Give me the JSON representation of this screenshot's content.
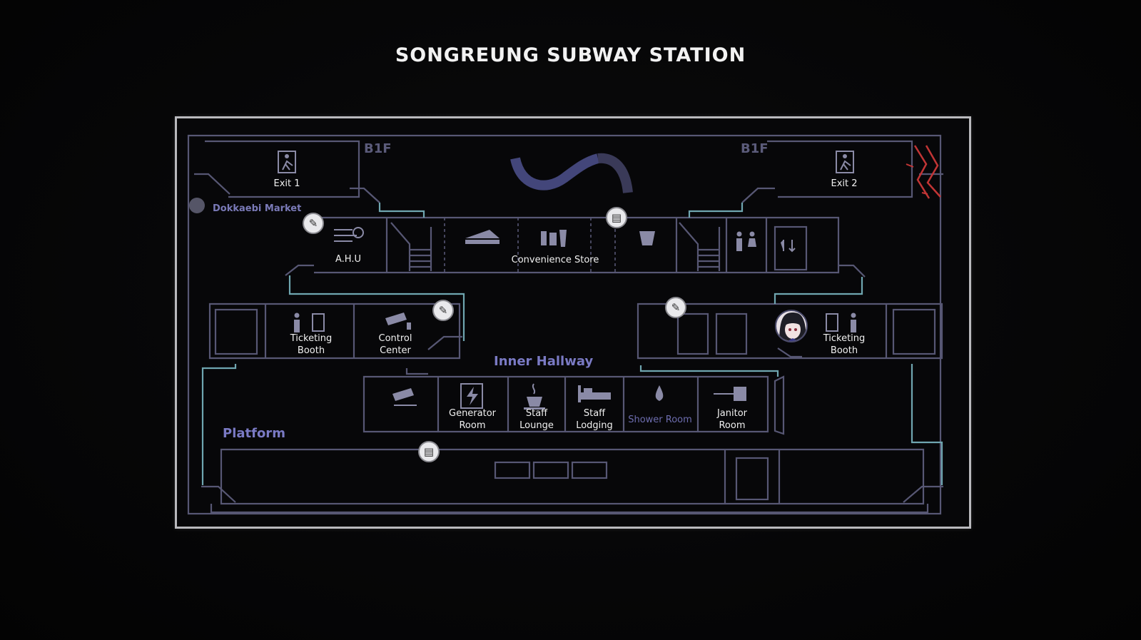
{
  "title": "SONGREUNG SUBWAY STATION",
  "floors": {
    "left": "B1F",
    "right": "B1F"
  },
  "market": "Dokkaebi Market",
  "sections": {
    "inner_hallway": "Inner Hallway",
    "platform": "Platform"
  },
  "rooms": {
    "exit1": "Exit 1",
    "exit2": "Exit 2",
    "ahu": "A.H.U",
    "convenience_store": "Convenience Store",
    "ticketing_booth_left": "Ticketing\nBooth",
    "control_center": "Control\nCenter",
    "ticketing_booth_right": "Ticketing\nBooth",
    "generator_room": "Generator\nRoom",
    "staff_lounge": "Staff\nLounge",
    "staff_lodging": "Staff\nLodging",
    "shower_room": "Shower Room",
    "janitor_room": "Janitor\nRoom"
  },
  "icons": {
    "ahu": "fan-wind-icon",
    "store": "sandwich-icon",
    "bottles": "bottles-icon",
    "cup": "cup-icon",
    "restroom": "restroom-icon",
    "elevator": "elevator-icon",
    "cctv": "cctv-camera-icon",
    "generator": "generator-icon",
    "coffee": "coffee-icon",
    "bed": "bed-icon",
    "water": "water-drop-icon",
    "broom": "broom-icon",
    "exit": "exit-running-icon",
    "gear": "gear-icon"
  },
  "colors": {
    "line": "#575774",
    "path": "#6fa6b0",
    "text": "#f0f0f0",
    "accent": "#7a7ac4",
    "danger": "#c23535",
    "progress": "#43467a"
  }
}
